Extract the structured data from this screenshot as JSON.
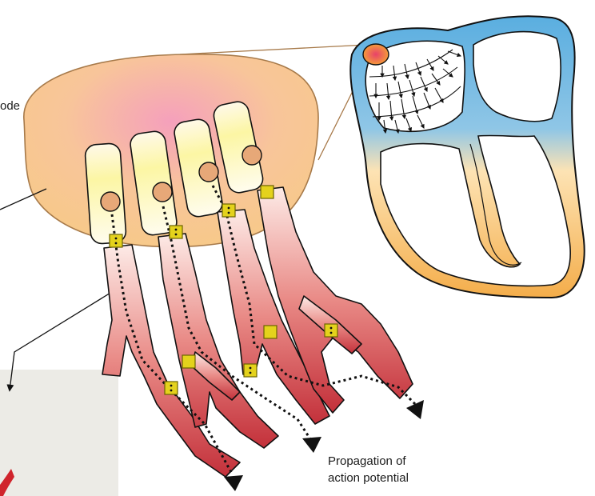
{
  "labels": {
    "sa_node_fragment": "ode",
    "propagation_line1": "Propagation of",
    "propagation_line2": "action potential"
  },
  "colors": {
    "node_fill": "#f7c98a",
    "node_center": "#f29ab4",
    "node_outline": "#a77a4a",
    "heart_atria": "#5aaee0",
    "heart_ventricles": "#f4ad4a",
    "fiber_dark": "#c8343a",
    "fiber_light": "#fbe3df",
    "gap_junction": "#e4d21c",
    "nucleus": "#e7a878",
    "inset_panel": "#ecebe6"
  }
}
